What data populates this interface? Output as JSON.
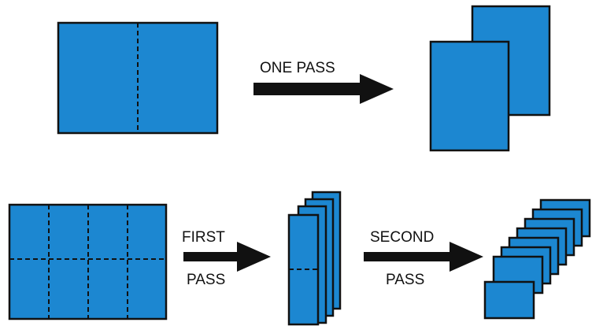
{
  "labels": {
    "one_pass": "ONE PASS",
    "first": "FIRST",
    "first_pass": "PASS",
    "second": "SECOND",
    "second_pass": "PASS"
  },
  "colors": {
    "sheet_fill": "#1c87d1",
    "outline": "#111111",
    "background": "#ffffff"
  }
}
